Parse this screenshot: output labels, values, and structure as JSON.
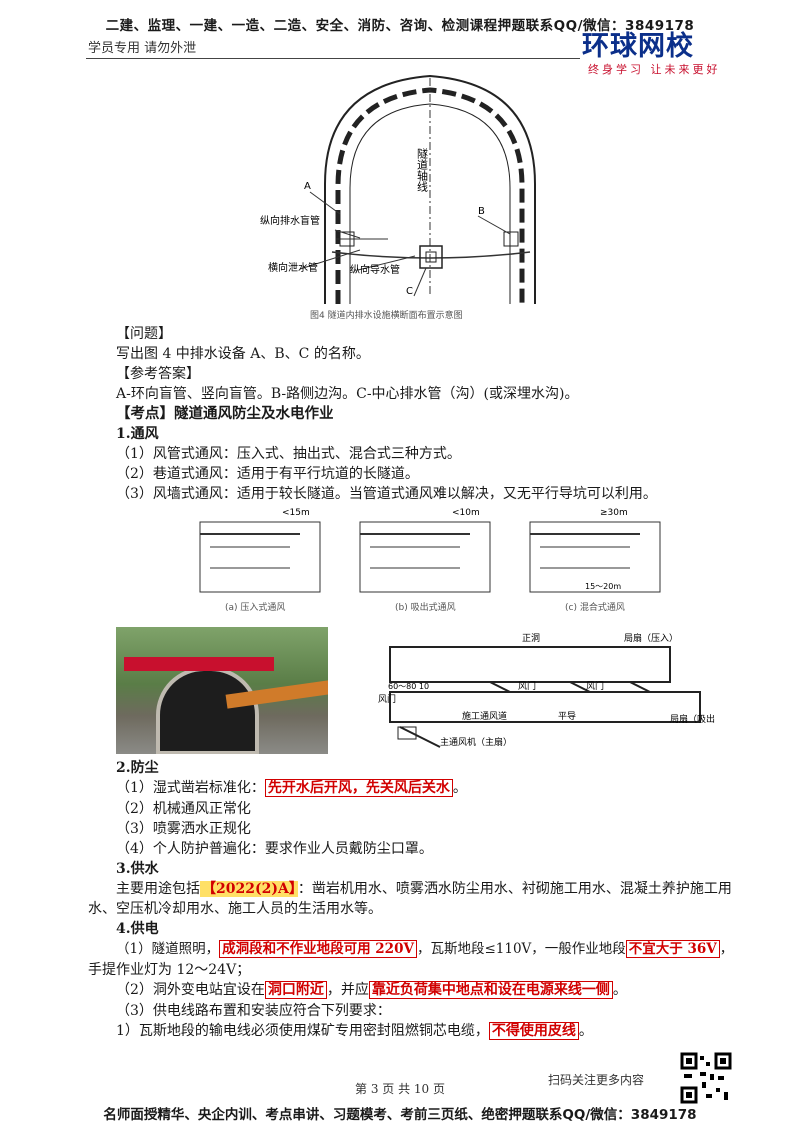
{
  "header": {
    "top_line": "二建、监理、一建、一造、二造、安全、消防、咨询、检测课程押题联系QQ/微信：3849178",
    "sub_line": "学员专用 请勿外泄",
    "logo_main": "环球网校",
    "logo_sub": "终身学习 让未来更好"
  },
  "figure4": {
    "caption": "图4 隧道内排水设施横断面布置示意图",
    "labels": {
      "axis": "隧道轴线",
      "a": "A",
      "b": "B",
      "c": "C",
      "longitudinal": "纵向排水盲管",
      "transverse": "横向泄水管",
      "guide": "纵向导水管"
    }
  },
  "qa": {
    "question_head": "【问题】",
    "question": "写出图 4 中排水设备 A、B、C 的名称。",
    "answer_head": "【参考答案】",
    "answer": "A-环向盲管、竖向盲管。B-路侧边沟。C-中心排水管（沟）(或深埋水沟)。"
  },
  "kaodian": {
    "head_bracket": "【考点】",
    "head_title": "隧道通风防尘及水电作业"
  },
  "ventilation": {
    "title": "1.通风",
    "items": [
      "（1）风管式通风：压入式、抽出式、混合式三种方式。",
      "（2）巷道式通风：适用于有平行坑道的长隧道。",
      "（3）风墙式通风：适用于较长隧道。当管道式通风难以解决，又无平行导坑可以利用。"
    ],
    "diagrams": {
      "a_caption": "(a) 压入式通风",
      "a_dist": "<15m",
      "b_caption": "(b) 吸出式通风",
      "b_dist": "<10m",
      "c_caption": "(c) 混合式通风",
      "c_dist": "≥30m",
      "c_dist2": "15～20m"
    },
    "plan": {
      "zhengdong": "正洞",
      "jushan_ya": "局扇（压入）",
      "jushan_xi": "局扇（吸出",
      "fengmen1": "风门",
      "fengmen2": "风门",
      "fengmen3": "风门",
      "duct": "施工通风道",
      "pingdao": "平导",
      "fan": "主通风机（主扇）",
      "dist": "60～80 10"
    }
  },
  "dust": {
    "title": "2.防尘",
    "i1_prefix": "（1）湿式凿岩标准化：",
    "i1_hl": "先开水后开风，先关风后关水",
    "i1_suffix": "。",
    "i2": "（2）机械通风正常化",
    "i3": "（3）喷雾洒水正规化",
    "i4": "（4）个人防护普遍化：要求作业人员戴防尘口罩。"
  },
  "water": {
    "title": "3.供水",
    "l1_prefix": "主要用途包括",
    "l1_tag": "【2022(2)A】",
    "l1_suffix": "：凿岩机用水、喷雾洒水防尘用水、衬砌施工用水、混凝土养护施工用",
    "l2": "水、空压机冷却用水、施工人员的生活用水等。"
  },
  "power": {
    "title": "4.供电",
    "p1_a": "（1）隧道照明，",
    "p1_hl1": "成洞段和不作业地段可用 220V",
    "p1_b": "，瓦斯地段≤110V，一般作业地段",
    "p1_hl2": "不宜大于 36V",
    "p1_c": "，",
    "p1_line2": "手提作业灯为 12～24V；",
    "p2_a": "（2）洞外变电站宜设在",
    "p2_hl1": "洞口附近",
    "p2_b": "，并应",
    "p2_hl2": "靠近负荷集中地点和设在电源来线一侧",
    "p2_c": "。",
    "p3": "（3）供电线路布置和安装应符合下列要求：",
    "p4_a": "1）瓦斯地段的输电线必须使用煤矿专用密封阻燃铜芯电缆，",
    "p4_hl": "不得使用皮线",
    "p4_b": "。"
  },
  "footer": {
    "page": "第 3 页 共 10 页",
    "scan": "扫码关注更多内容",
    "bottom": "名师面授精华、央企内训、考点串讲、习题模考、考前三页纸、绝密押题联系QQ/微信：3849178"
  }
}
